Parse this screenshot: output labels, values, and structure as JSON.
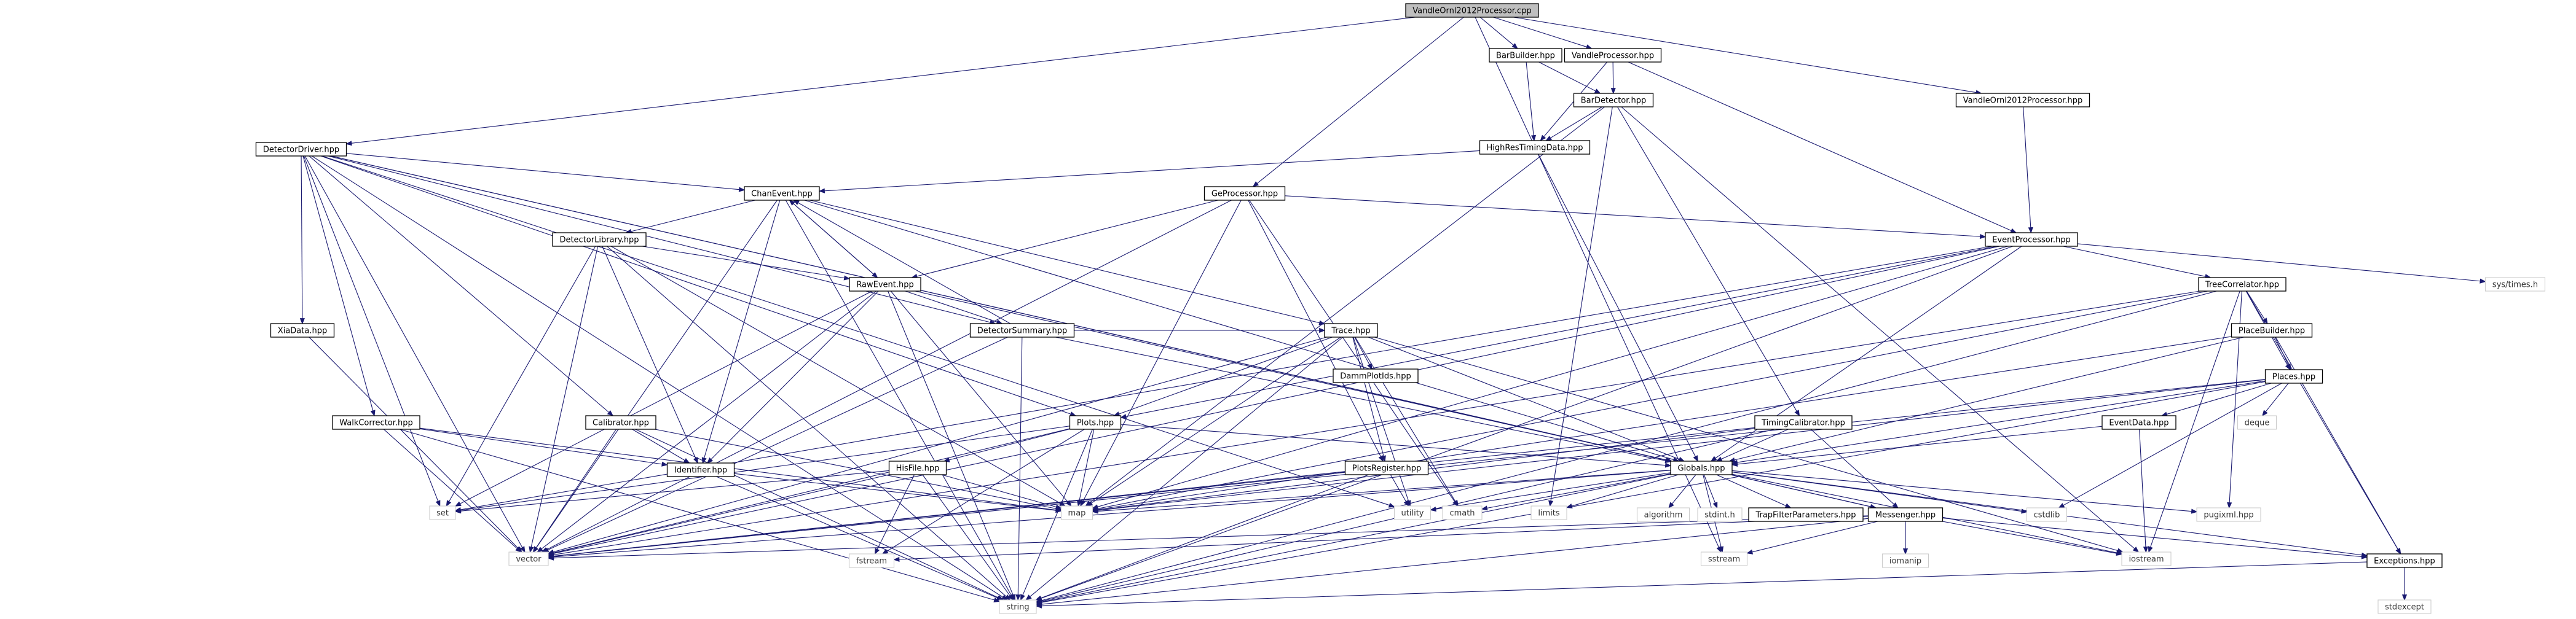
{
  "diagram": {
    "colors": {
      "edge": "#191970",
      "root_fill": "#bfbfbf",
      "node_border": "#000000",
      "system_border": "#cccccc"
    },
    "nodes": [
      {
        "id": "root",
        "label": "VandleOrnl2012Processor.cpp",
        "kind": "root"
      },
      {
        "id": "detdriver",
        "label": "DetectorDriver.hpp",
        "kind": "local"
      },
      {
        "id": "barbuilder",
        "label": "BarBuilder.hpp",
        "kind": "local"
      },
      {
        "id": "vandleproc",
        "label": "VandleProcessor.hpp",
        "kind": "local"
      },
      {
        "id": "vandleornlhpp",
        "label": "VandleOrnl2012Processor.hpp",
        "kind": "local"
      },
      {
        "id": "bardetector",
        "label": "BarDetector.hpp",
        "kind": "local"
      },
      {
        "id": "highres",
        "label": "HighResTimingData.hpp",
        "kind": "local"
      },
      {
        "id": "chanevent",
        "label": "ChanEvent.hpp",
        "kind": "local"
      },
      {
        "id": "geproc",
        "label": "GeProcessor.hpp",
        "kind": "local"
      },
      {
        "id": "eventproc",
        "label": "EventProcessor.hpp",
        "kind": "local"
      },
      {
        "id": "systimes",
        "label": "sys/times.h",
        "kind": "system"
      },
      {
        "id": "detlib",
        "label": "DetectorLibrary.hpp",
        "kind": "local"
      },
      {
        "id": "rawevent",
        "label": "RawEvent.hpp",
        "kind": "local"
      },
      {
        "id": "treecorr",
        "label": "TreeCorrelator.hpp",
        "kind": "local"
      },
      {
        "id": "placebuilder",
        "label": "PlaceBuilder.hpp",
        "kind": "local"
      },
      {
        "id": "xiadata",
        "label": "XiaData.hpp",
        "kind": "local"
      },
      {
        "id": "detsummary",
        "label": "DetectorSummary.hpp",
        "kind": "local"
      },
      {
        "id": "trace",
        "label": "Trace.hpp",
        "kind": "local"
      },
      {
        "id": "places",
        "label": "Places.hpp",
        "kind": "local"
      },
      {
        "id": "dammplot",
        "label": "DammPlotIds.hpp",
        "kind": "local"
      },
      {
        "id": "walkcorr",
        "label": "WalkCorrector.hpp",
        "kind": "local"
      },
      {
        "id": "calibrator",
        "label": "Calibrator.hpp",
        "kind": "local"
      },
      {
        "id": "plots",
        "label": "Plots.hpp",
        "kind": "local"
      },
      {
        "id": "timingcal",
        "label": "TimingCalibrator.hpp",
        "kind": "local"
      },
      {
        "id": "eventdata",
        "label": "EventData.hpp",
        "kind": "local"
      },
      {
        "id": "deque",
        "label": "deque",
        "kind": "system"
      },
      {
        "id": "identifier",
        "label": "Identifier.hpp",
        "kind": "local"
      },
      {
        "id": "hisfile",
        "label": "HisFile.hpp",
        "kind": "local"
      },
      {
        "id": "plotsreg",
        "label": "PlotsRegister.hpp",
        "kind": "local"
      },
      {
        "id": "globals",
        "label": "Globals.hpp",
        "kind": "local"
      },
      {
        "id": "set",
        "label": "set",
        "kind": "system"
      },
      {
        "id": "map",
        "label": "map",
        "kind": "system"
      },
      {
        "id": "utility",
        "label": "utility",
        "kind": "system"
      },
      {
        "id": "cmath",
        "label": "cmath",
        "kind": "system"
      },
      {
        "id": "limits",
        "label": "limits",
        "kind": "system"
      },
      {
        "id": "algorithm",
        "label": "algorithm",
        "kind": "system"
      },
      {
        "id": "stdint",
        "label": "stdint.h",
        "kind": "system"
      },
      {
        "id": "trapfilter",
        "label": "TrapFilterParameters.hpp",
        "kind": "local"
      },
      {
        "id": "messenger",
        "label": "Messenger.hpp",
        "kind": "local"
      },
      {
        "id": "cstdlib",
        "label": "cstdlib",
        "kind": "system"
      },
      {
        "id": "pugixml",
        "label": "pugixml.hpp",
        "kind": "system"
      },
      {
        "id": "vector",
        "label": "vector",
        "kind": "system"
      },
      {
        "id": "fstream",
        "label": "fstream",
        "kind": "system"
      },
      {
        "id": "sstream",
        "label": "sstream",
        "kind": "system"
      },
      {
        "id": "iomanip",
        "label": "iomanip",
        "kind": "system"
      },
      {
        "id": "iostream",
        "label": "iostream",
        "kind": "system"
      },
      {
        "id": "exceptions",
        "label": "Exceptions.hpp",
        "kind": "local"
      },
      {
        "id": "string",
        "label": "string",
        "kind": "system"
      },
      {
        "id": "stdexcept",
        "label": "stdexcept",
        "kind": "system"
      }
    ],
    "edges": [
      [
        "root",
        "detdriver"
      ],
      [
        "root",
        "barbuilder"
      ],
      [
        "root",
        "vandleproc"
      ],
      [
        "root",
        "vandleornlhpp"
      ],
      [
        "root",
        "geproc"
      ],
      [
        "root",
        "sstream"
      ],
      [
        "barbuilder",
        "bardetector"
      ],
      [
        "barbuilder",
        "highres"
      ],
      [
        "vandleproc",
        "bardetector"
      ],
      [
        "vandleproc",
        "highres"
      ],
      [
        "vandleproc",
        "eventproc"
      ],
      [
        "vandleornlhpp",
        "eventproc"
      ],
      [
        "bardetector",
        "highres"
      ],
      [
        "bardetector",
        "timingcal"
      ],
      [
        "bardetector",
        "map"
      ],
      [
        "bardetector",
        "limits"
      ],
      [
        "bardetector",
        "iostream"
      ],
      [
        "highres",
        "chanevent"
      ],
      [
        "highres",
        "globals"
      ],
      [
        "detdriver",
        "chanevent"
      ],
      [
        "detdriver",
        "xiadata"
      ],
      [
        "detdriver",
        "walkcorr"
      ],
      [
        "detdriver",
        "calibrator"
      ],
      [
        "detdriver",
        "plots"
      ],
      [
        "detdriver",
        "globals"
      ],
      [
        "detdriver",
        "messenger"
      ],
      [
        "detdriver",
        "utility"
      ],
      [
        "detdriver",
        "set"
      ],
      [
        "detdriver",
        "vector"
      ],
      [
        "detdriver",
        "string"
      ],
      [
        "detdriver",
        "detsummary"
      ],
      [
        "chanevent",
        "detlib"
      ],
      [
        "chanevent",
        "identifier"
      ],
      [
        "chanevent",
        "rawevent"
      ],
      [
        "chanevent",
        "globals"
      ],
      [
        "chanevent",
        "trace"
      ],
      [
        "chanevent",
        "vector"
      ],
      [
        "chanevent",
        "string"
      ],
      [
        "geproc",
        "eventproc"
      ],
      [
        "geproc",
        "rawevent"
      ],
      [
        "geproc",
        "map"
      ],
      [
        "geproc",
        "plotsreg"
      ],
      [
        "geproc",
        "cmath"
      ],
      [
        "geproc",
        "vector"
      ],
      [
        "eventproc",
        "treecorr"
      ],
      [
        "eventproc",
        "plots"
      ],
      [
        "eventproc",
        "globals"
      ],
      [
        "eventproc",
        "map"
      ],
      [
        "eventproc",
        "vector"
      ],
      [
        "eventproc",
        "string"
      ],
      [
        "eventproc",
        "set"
      ],
      [
        "eventproc",
        "systimes"
      ],
      [
        "detlib",
        "rawevent"
      ],
      [
        "detlib",
        "identifier"
      ],
      [
        "detlib",
        "map"
      ],
      [
        "detlib",
        "set"
      ],
      [
        "detlib",
        "vector"
      ],
      [
        "detlib",
        "string"
      ],
      [
        "rawevent",
        "chanevent"
      ],
      [
        "rawevent",
        "detsummary"
      ],
      [
        "rawevent",
        "identifier"
      ],
      [
        "rawevent",
        "globals"
      ],
      [
        "rawevent",
        "map"
      ],
      [
        "rawevent",
        "set"
      ],
      [
        "rawevent",
        "vector"
      ],
      [
        "rawevent",
        "string"
      ],
      [
        "detsummary",
        "chanevent"
      ],
      [
        "detsummary",
        "trace"
      ],
      [
        "detsummary",
        "globals"
      ],
      [
        "detsummary",
        "vector"
      ],
      [
        "detsummary",
        "string"
      ],
      [
        "treecorr",
        "placebuilder"
      ],
      [
        "treecorr",
        "places"
      ],
      [
        "treecorr",
        "exceptions"
      ],
      [
        "treecorr",
        "pugixml"
      ],
      [
        "treecorr",
        "iostream"
      ],
      [
        "treecorr",
        "vector"
      ],
      [
        "treecorr",
        "string"
      ],
      [
        "treecorr",
        "map"
      ],
      [
        "placebuilder",
        "places"
      ],
      [
        "placebuilder",
        "exceptions"
      ],
      [
        "placebuilder",
        "globals"
      ],
      [
        "placebuilder",
        "map"
      ],
      [
        "places",
        "eventdata"
      ],
      [
        "places",
        "globals"
      ],
      [
        "places",
        "deque"
      ],
      [
        "places",
        "cstdlib"
      ],
      [
        "places",
        "vector"
      ],
      [
        "places",
        "string"
      ],
      [
        "places",
        "map"
      ],
      [
        "eventdata",
        "globals"
      ],
      [
        "eventdata",
        "iostream"
      ],
      [
        "trace",
        "plots"
      ],
      [
        "trace",
        "dammplot"
      ],
      [
        "trace",
        "plotsreg"
      ],
      [
        "trace",
        "globals"
      ],
      [
        "trace",
        "map"
      ],
      [
        "trace",
        "vector"
      ],
      [
        "trace",
        "string"
      ],
      [
        "trace",
        "cmath"
      ],
      [
        "trace",
        "iostream"
      ],
      [
        "trace",
        "utility"
      ],
      [
        "xiadata",
        "vector"
      ],
      [
        "walkcorr",
        "identifier"
      ],
      [
        "walkcorr",
        "map"
      ],
      [
        "walkcorr",
        "vector"
      ],
      [
        "walkcorr",
        "string"
      ],
      [
        "calibrator",
        "identifier"
      ],
      [
        "calibrator",
        "map"
      ],
      [
        "calibrator",
        "vector"
      ],
      [
        "calibrator",
        "string"
      ],
      [
        "plots",
        "hisfile"
      ],
      [
        "plots",
        "globals"
      ],
      [
        "plots",
        "map"
      ],
      [
        "plots",
        "set"
      ],
      [
        "plots",
        "string"
      ],
      [
        "plots",
        "fstream"
      ],
      [
        "plots",
        "vector"
      ],
      [
        "timingcal",
        "globals"
      ],
      [
        "timingcal",
        "messenger"
      ],
      [
        "timingcal",
        "map"
      ],
      [
        "timingcal",
        "string"
      ],
      [
        "timingcal",
        "vector"
      ],
      [
        "identifier",
        "map"
      ],
      [
        "identifier",
        "string"
      ],
      [
        "hisfile",
        "map"
      ],
      [
        "hisfile",
        "set"
      ],
      [
        "hisfile",
        "fstream"
      ],
      [
        "hisfile",
        "vector"
      ],
      [
        "hisfile",
        "string"
      ],
      [
        "plotsreg",
        "utility"
      ],
      [
        "plotsreg",
        "vector"
      ],
      [
        "plotsreg",
        "string"
      ],
      [
        "globals",
        "map"
      ],
      [
        "globals",
        "utility"
      ],
      [
        "globals",
        "cmath"
      ],
      [
        "globals",
        "limits"
      ],
      [
        "globals",
        "algorithm"
      ],
      [
        "globals",
        "stdint"
      ],
      [
        "globals",
        "trapfilter"
      ],
      [
        "globals",
        "messenger"
      ],
      [
        "globals",
        "cstdlib"
      ],
      [
        "globals",
        "pugixml"
      ],
      [
        "globals",
        "vector"
      ],
      [
        "globals",
        "sstream"
      ],
      [
        "globals",
        "iostream"
      ],
      [
        "globals",
        "exceptions"
      ],
      [
        "globals",
        "string"
      ],
      [
        "messenger",
        "vector"
      ],
      [
        "messenger",
        "fstream"
      ],
      [
        "messenger",
        "sstream"
      ],
      [
        "messenger",
        "iomanip"
      ],
      [
        "messenger",
        "iostream"
      ],
      [
        "messenger",
        "exceptions"
      ],
      [
        "messenger",
        "string"
      ],
      [
        "exceptions",
        "string"
      ],
      [
        "exceptions",
        "stdexcept"
      ]
    ]
  }
}
